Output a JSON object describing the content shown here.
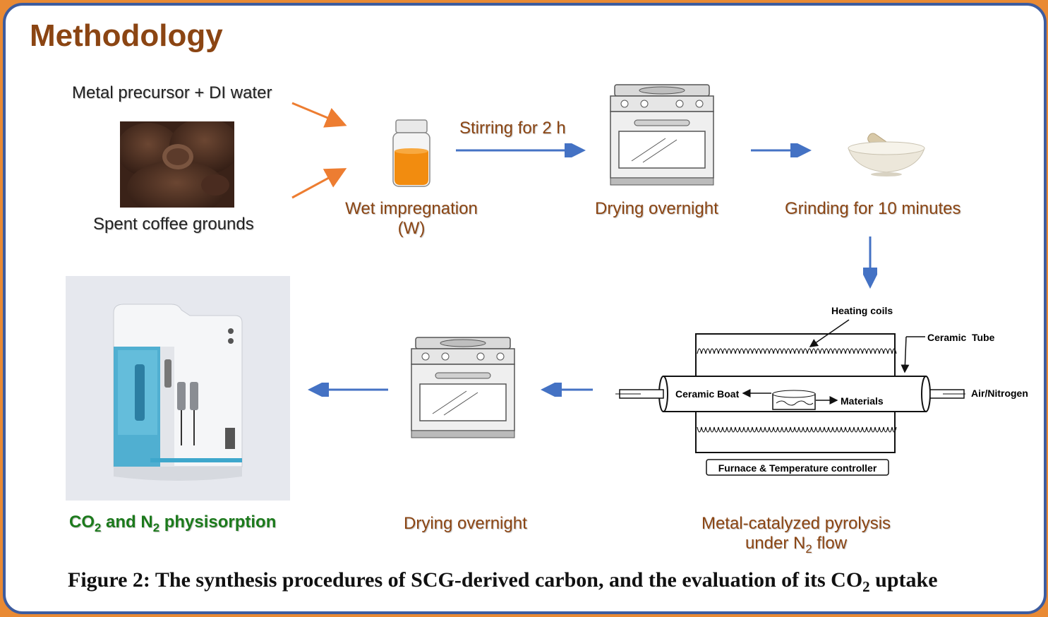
{
  "header": {
    "title": "Methodology"
  },
  "inputs": {
    "metal_precursor": "Metal precursor + DI water",
    "coffee": "Spent coffee grounds"
  },
  "steps": {
    "stirring": "Stirring for 2 h",
    "wet_impregnation_1": "Wet impregnation",
    "wet_impregnation_2": "(W)",
    "drying_1": "Drying overnight",
    "grinding": "Grinding for 10 minutes",
    "pyrolysis_1": "Metal-catalyzed pyrolysis",
    "pyrolysis_2_pre": "under N",
    "pyrolysis_2_sub": "2",
    "pyrolysis_2_post": " flow",
    "drying_2": "Drying overnight",
    "physisorption_co": "CO",
    "physisorption_sub1": "2",
    "physisorption_mid": " and N",
    "physisorption_sub2": "2",
    "physisorption_post": " physisorption"
  },
  "furnace": {
    "heating_coils": "Heating coils",
    "ceramic_tube": "Ceramic  Tube",
    "ceramic_boat": "Ceramic Boat",
    "materials": "Materials",
    "air_nitrogen": "Air/Nitrogen",
    "controller": "Furnace & Temperature controller"
  },
  "caption": {
    "pre": "Figure 2:  The synthesis procedures of SCG-derived carbon, and the evaluation of its CO",
    "sub": "2",
    "post": " uptake"
  },
  "colors": {
    "border": "#3d5c9f",
    "frame": "#e98a34",
    "title": "#8b4513",
    "arrow_blue": "#4472c4",
    "arrow_orange": "#ed7d31",
    "green": "#1c7a1c"
  }
}
